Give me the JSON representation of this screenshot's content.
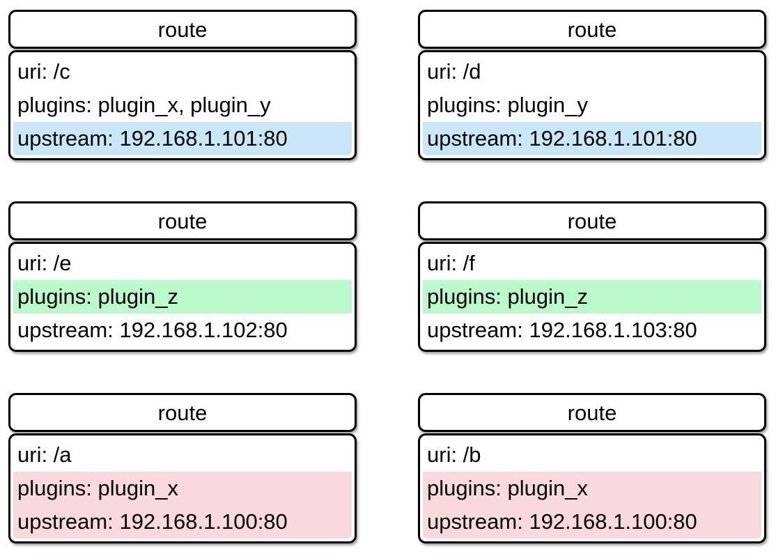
{
  "highlight_colors": {
    "blue": "#c8e7f8",
    "green": "#baf9c9",
    "pink": "#fad9dc"
  },
  "cards": [
    {
      "title": "route",
      "rows": [
        {
          "text": "uri: /c",
          "highlight": "none"
        },
        {
          "text": "plugins: plugin_x, plugin_y",
          "highlight": "none"
        },
        {
          "text": "upstream: 192.168.1.101:80",
          "highlight": "blue"
        }
      ]
    },
    {
      "title": "route",
      "rows": [
        {
          "text": "uri: /d",
          "highlight": "none"
        },
        {
          "text": "plugins: plugin_y",
          "highlight": "none"
        },
        {
          "text": "upstream: 192.168.1.101:80",
          "highlight": "blue"
        }
      ]
    },
    {
      "title": "route",
      "rows": [
        {
          "text": "uri: /e",
          "highlight": "none"
        },
        {
          "text": "plugins: plugin_z",
          "highlight": "green"
        },
        {
          "text": "upstream: 192.168.1.102:80",
          "highlight": "none"
        }
      ]
    },
    {
      "title": "route",
      "rows": [
        {
          "text": "uri: /f",
          "highlight": "none"
        },
        {
          "text": "plugins: plugin_z",
          "highlight": "green"
        },
        {
          "text": "upstream: 192.168.1.103:80",
          "highlight": "none"
        }
      ]
    },
    {
      "title": "route",
      "rows": [
        {
          "text": "uri: /a",
          "highlight": "none"
        },
        {
          "text": "plugins: plugin_x",
          "highlight": "pink"
        },
        {
          "text": "upstream: 192.168.1.100:80",
          "highlight": "pink"
        }
      ]
    },
    {
      "title": "route",
      "rows": [
        {
          "text": "uri: /b",
          "highlight": "none"
        },
        {
          "text": "plugins: plugin_x",
          "highlight": "pink"
        },
        {
          "text": "upstream: 192.168.1.100:80",
          "highlight": "pink"
        }
      ]
    }
  ]
}
